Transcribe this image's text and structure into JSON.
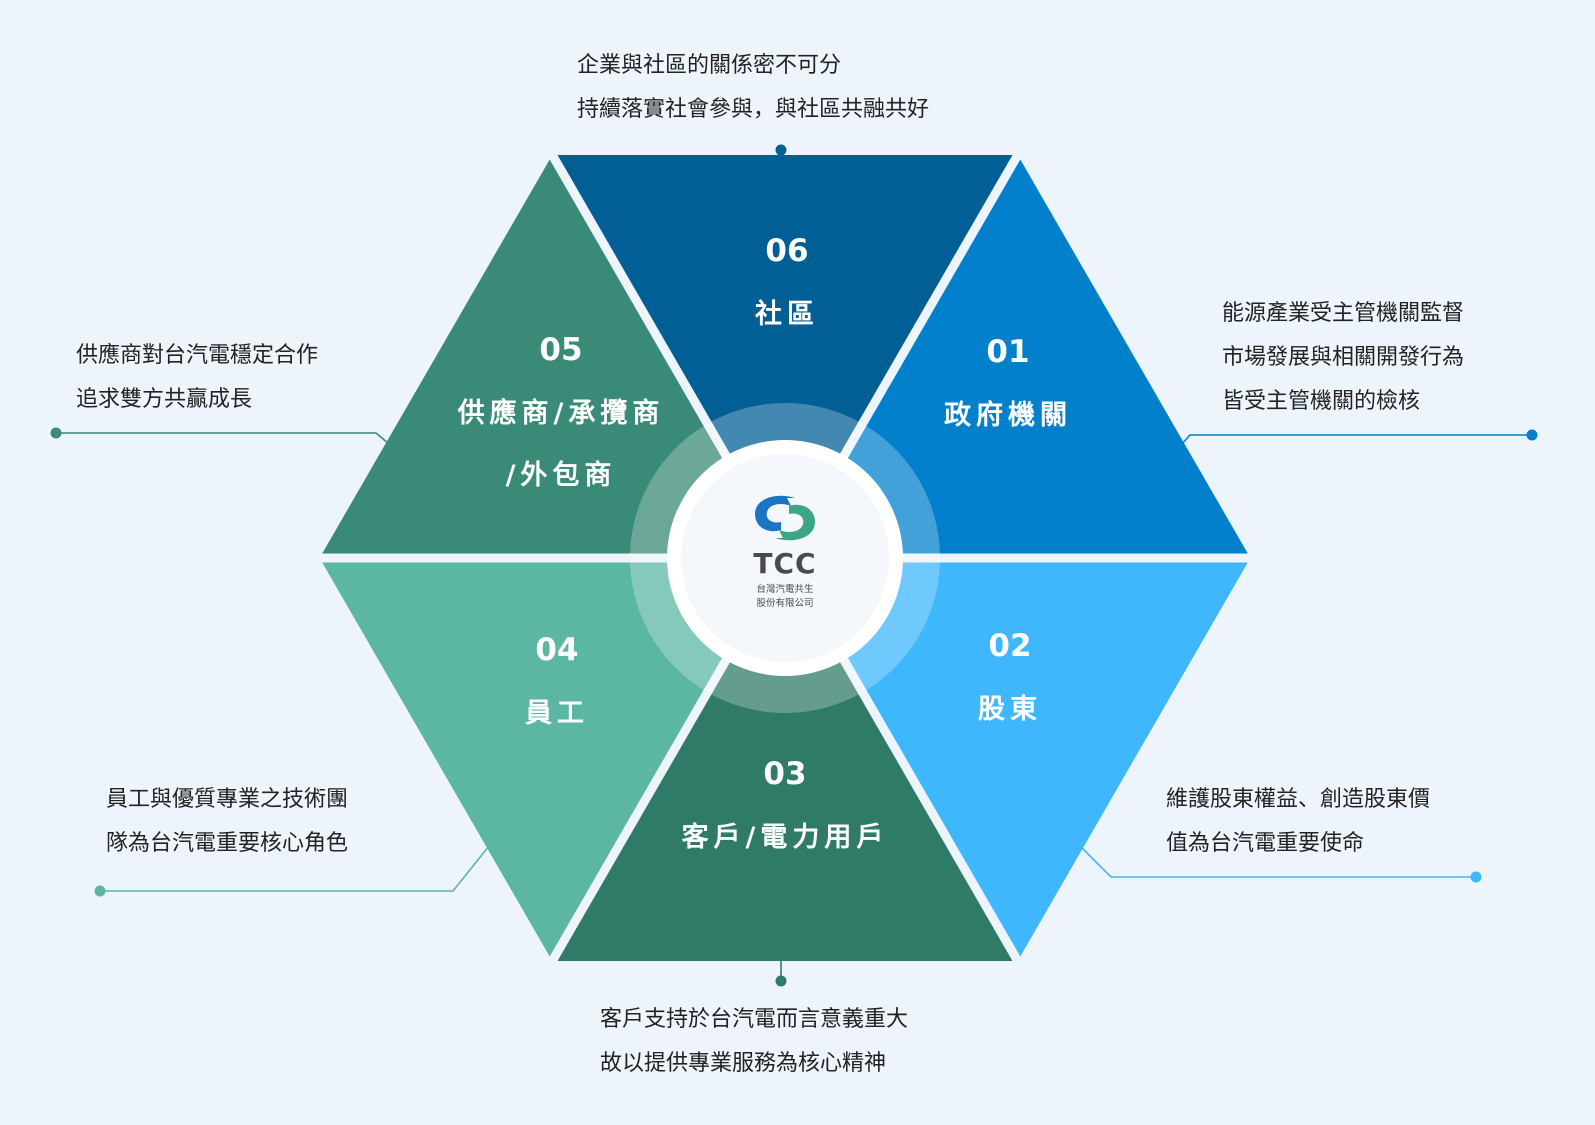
{
  "segments": [
    {
      "id": "01",
      "number": "01",
      "title_lines": [
        "政府機關"
      ],
      "color": "#0280cc",
      "description": [
        "能源產業受主管機關監督",
        "市場發展與相關開發行為",
        "皆受主管機關的檢核"
      ]
    },
    {
      "id": "02",
      "number": "02",
      "title_lines": [
        "股東"
      ],
      "color": "#3fb7fc",
      "description": [
        "維護股東權益、創造股東價",
        "值為台汽電重要使命"
      ]
    },
    {
      "id": "03",
      "number": "03",
      "title_lines": [
        "客戶/電力用戶"
      ],
      "color": "#2f7b67",
      "description": [
        "客戶支持於台汽電而言意義重大",
        "故以提供專業服務為核心精神"
      ]
    },
    {
      "id": "04",
      "number": "04",
      "title_lines": [
        "員工"
      ],
      "color": "#5bb7a2",
      "description": [
        "員工與優質專業之技術團",
        "隊為台汽電重要核心角色"
      ]
    },
    {
      "id": "05",
      "number": "05",
      "title_lines": [
        "供應商/承攬商",
        "/外包商"
      ],
      "color": "#398a77",
      "description": [
        "供應商對台汽電穩定合作",
        "追求雙方共贏成長"
      ]
    },
    {
      "id": "06",
      "number": "06",
      "title_lines": [
        "社區"
      ],
      "color": "#025f96",
      "description": [
        "企業與社區的關係密不可分",
        "持續落實社會參與，與社區共融共好"
      ]
    }
  ],
  "logo": {
    "name": "TCC",
    "subtitle_lines": [
      "台灣汽電共生",
      "股份有限公司"
    ],
    "icon": "tcc-swirl-icon",
    "colors": {
      "blue": "#1a75c4",
      "green": "#3aa685"
    }
  }
}
